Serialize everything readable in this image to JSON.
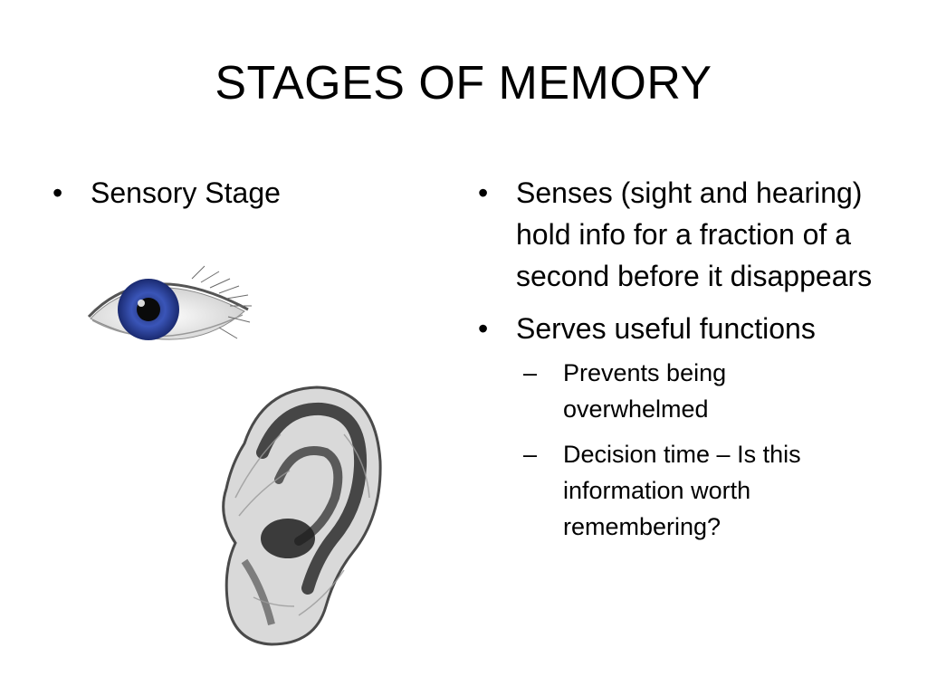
{
  "slide": {
    "title": "STAGES OF MEMORY",
    "left_column": {
      "bullets": [
        {
          "text": "Sensory Stage"
        }
      ],
      "images": [
        {
          "icon": "eye-icon",
          "iris_color": "#3a55b8"
        },
        {
          "icon": "ear-icon",
          "ink_color": "#2b2b2b"
        }
      ]
    },
    "right_column": {
      "bullets": [
        {
          "text": "Senses (sight and hearing) hold info for a fraction of a second before it disappears"
        },
        {
          "text": "Serves useful functions",
          "sub_bullets": [
            {
              "text": "Prevents being overwhelmed"
            },
            {
              "text": "Decision time – Is this information worth remembering?"
            }
          ]
        }
      ]
    },
    "bullet_glyph": "•",
    "dash_glyph": "–"
  }
}
